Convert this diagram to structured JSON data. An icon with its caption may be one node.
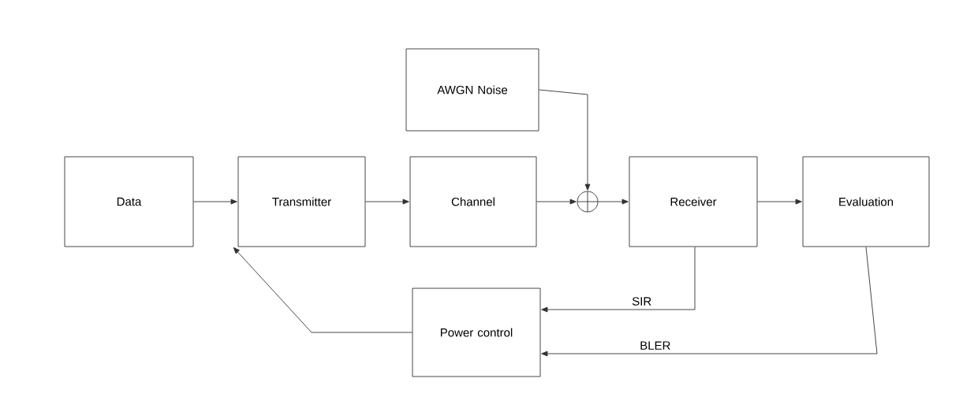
{
  "diagram": {
    "nodes": [
      {
        "text": [
          "Data"
        ]
      },
      {
        "text": [
          "Transmitter"
        ]
      },
      {
        "text": [
          "Channel"
        ]
      },
      {
        "text": [
          "AWGN Noise"
        ]
      },
      {
        "text": [],
        "shape": "circle"
      },
      {
        "text": [
          "Receiver"
        ]
      },
      {
        "text": [
          "Evaluation"
        ]
      },
      {
        "text": [
          "Power control"
        ]
      }
    ],
    "edges": [
      {
        "from": 0,
        "to": 1,
        "arrow": "to"
      },
      {
        "from": 1,
        "to": 2,
        "arrow": "to"
      },
      {
        "from": 2,
        "to": 4,
        "arrow": "to"
      },
      {
        "from": 3,
        "to": 4,
        "arrow": "to"
      },
      {
        "from": 4,
        "to": 5,
        "arrow": "to"
      },
      {
        "from": 5,
        "to": 6,
        "arrow": "to"
      },
      {
        "from": 5,
        "to": 7,
        "arrow": "to",
        "label": "SIR"
      },
      {
        "from": 6,
        "to": 7,
        "arrow": "to",
        "label": "BLER"
      },
      {
        "from": 7,
        "to": 1,
        "arrow": "to"
      }
    ]
  }
}
